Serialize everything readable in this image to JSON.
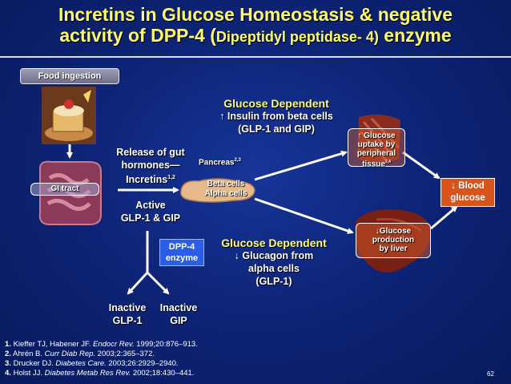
{
  "title": {
    "line1": "Incretins in Glucose Homeostasis & negative",
    "line2_prefix": "activity of DPP-4 (",
    "line2_paren": "Dipeptidyl peptidase- 4)",
    "line2_suffix": " enzyme"
  },
  "food_ingestion": "Food ingestion",
  "gi_tract": "GI tract",
  "release": {
    "line1": "Release of gut",
    "line2": "hormones—",
    "line3": "Incretins",
    "sup": "1,2"
  },
  "active": {
    "line1": "Active",
    "line2": "GLP-1 & GIP"
  },
  "dpp4": {
    "line1": "DPP-4",
    "line2": "enzyme"
  },
  "inactive": {
    "left_line1": "Inactive",
    "left_line2": "GLP-1",
    "right_line1": "Inactive",
    "right_line2": "GIP"
  },
  "pancreas": {
    "label": "Pancreas",
    "sup": "2,3",
    "beta": "Beta cells",
    "alpha": "Alpha cells"
  },
  "glucose_dep_top": {
    "heading": "Glucose Dependent",
    "arrow": "↑",
    "line1": "Insulin from beta cells",
    "line2": "(GLP-1 and GIP)"
  },
  "glucose_dep_bottom": {
    "heading": "Glucose Dependent",
    "arrow": "↓",
    "line1": "Glucagon from",
    "line2": "alpha cells",
    "line3": "(GLP-1)"
  },
  "uptake_box": {
    "arrow": "↑",
    "line1": "Glucose",
    "line2": "uptake by",
    "line3": "peripheral",
    "line4": "tissue",
    "sup": "2,4"
  },
  "production_box": {
    "arrow": "↓",
    "line1": "Glucose",
    "line2": "production",
    "line3": "by liver"
  },
  "blood_box": {
    "line1": "↓ Blood",
    "line2": "glucose"
  },
  "references": [
    {
      "num": "1.",
      "authors": " Kieffer TJ, Habener JF. ",
      "journal": "Endocr Rev.",
      "rest": " 1999;20:876–913."
    },
    {
      "num": "2.",
      "authors": " Ahrén B. ",
      "journal": "Curr Diab Rep.",
      "rest": " 2003;2:365–372."
    },
    {
      "num": "3.",
      "authors": " Drucker DJ. ",
      "journal": "Diabetes Care.",
      "rest": " 2003;26:2929–2940."
    },
    {
      "num": "4.",
      "authors": " Holst JJ. ",
      "journal": "Diabetes Metab Res Rev.",
      "rest": " 2002;18:430–441."
    }
  ],
  "page_number": "62",
  "colors": {
    "background": "#0e2478",
    "title": "#ffff66",
    "dpp4_box": "#2a5ee8",
    "orange_box": "#d9541a"
  }
}
